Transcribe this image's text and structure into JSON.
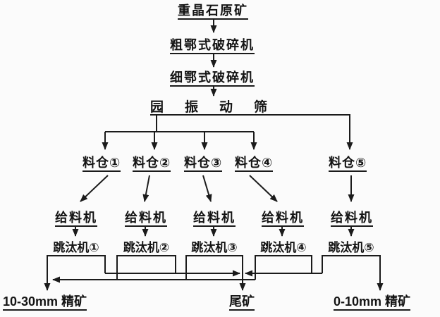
{
  "diagram": {
    "source": "重晶石原矿",
    "coarse_crusher": "粗鄂式破碎机",
    "fine_crusher": "细鄂式破碎机",
    "vibrating_screen": "园振动筛",
    "bins": [
      "料仓①",
      "料仓②",
      "料仓③",
      "料仓④",
      "料仓⑤"
    ],
    "feeders": [
      "给料机",
      "给料机",
      "给料机",
      "给料机",
      "给料机"
    ],
    "jigs": [
      "跳汰机①",
      "跳汰机②",
      "跳汰机③",
      "跳汰机④",
      "跳汰机⑤"
    ],
    "products": {
      "concentrate_coarse": "10-30mm 精矿",
      "tailings": "尾矿",
      "concentrate_fine": "0-10mm 精矿"
    },
    "colors": {
      "line": "#1b1b1b",
      "text": "#141414",
      "background": "#fbfbfb"
    }
  }
}
